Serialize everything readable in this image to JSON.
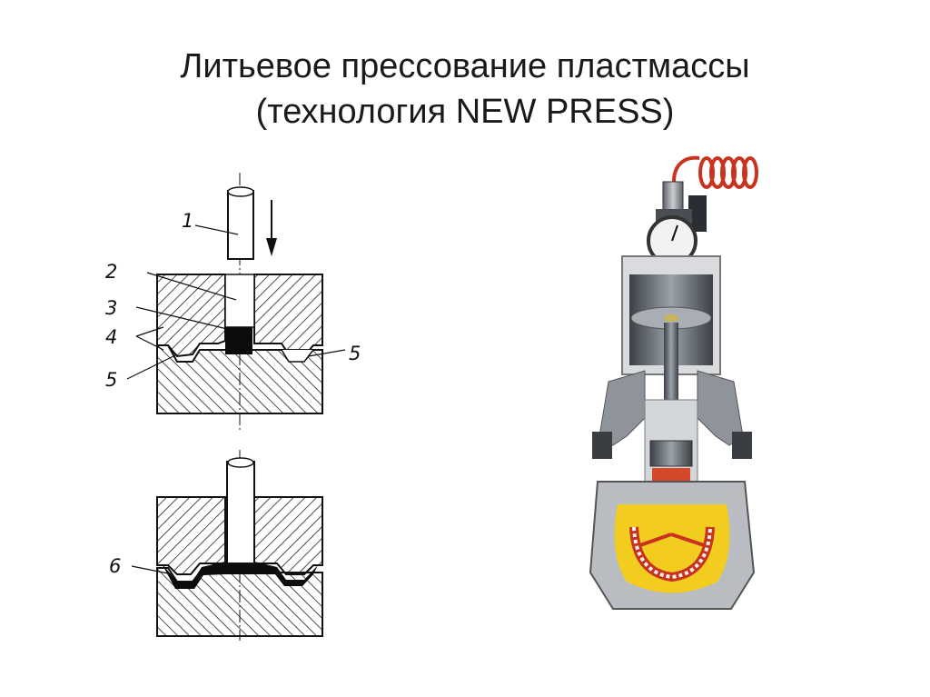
{
  "slide": {
    "title_line1": "Литьевое прессование пластмассы",
    "title_line2": "(технология NEW PRESS)"
  },
  "left_diagram": {
    "top_view": {
      "labels": [
        "1",
        "2",
        "3",
        "4",
        "5",
        "5"
      ]
    },
    "bottom_view": {
      "labels": [
        "6"
      ]
    }
  },
  "right_illustration": {
    "description": "cutaway of NEW PRESS injection flask with pressure gauge, piston and denture mold",
    "colors": {
      "hose": "#c8321e",
      "mold_fill": "#f2cc1e",
      "resin": "#d6482a",
      "metal": "#9aa0a6"
    }
  }
}
